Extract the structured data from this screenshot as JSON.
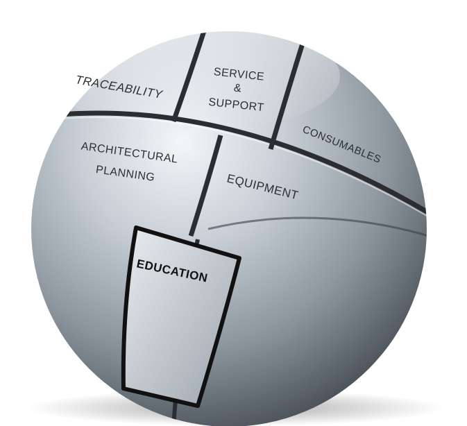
{
  "segments": {
    "traceability": "TRACEABILITY",
    "service_line1": "SERVICE",
    "service_line2": "&",
    "service_line3": "SUPPORT",
    "consumables": "CONSUMABLES",
    "architectural_line1": "ARCHITECTURAL",
    "architectural_line2": "PLANNING",
    "equipment": "EQUIPMENT",
    "education": "EDUCATION"
  },
  "colors": {
    "sphere_light": "#eef1f4",
    "sphere_mid": "#a9b2bb",
    "sphere_dark": "#5d656e",
    "seam": "#2a2e33",
    "label": "#2b2f33"
  }
}
